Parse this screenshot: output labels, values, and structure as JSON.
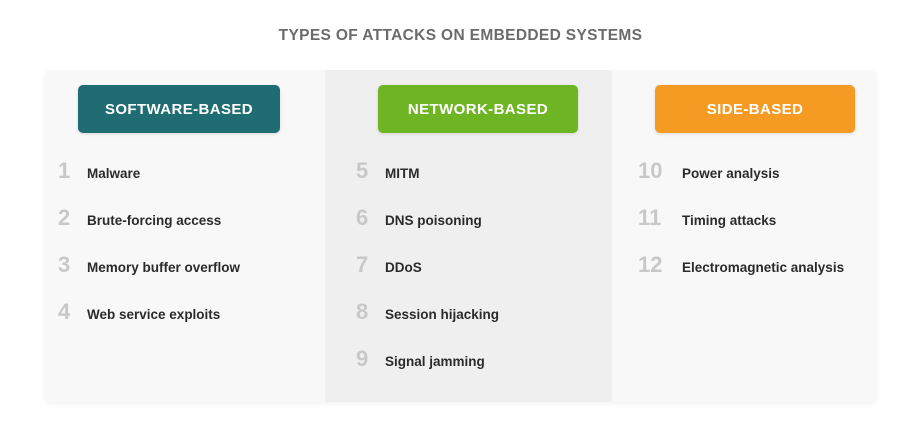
{
  "title": "TYPES OF ATTACKS ON EMBEDDED SYSTEMS",
  "colors": {
    "title_text": "#6b6b6b",
    "panel_background": "#f8f8f8",
    "middle_column_background": "#efefef",
    "software_badge": "#1f6d72",
    "network_badge": "#6db522",
    "side_badge": "#f59b24",
    "number_text": "#c8c8c8",
    "item_text": "#2b2b2b",
    "badge_text": "#ffffff"
  },
  "columns": [
    {
      "header": "SOFTWARE-BASED",
      "items": [
        {
          "number": "1",
          "label": "Malware"
        },
        {
          "number": "2",
          "label": "Brute-forcing access"
        },
        {
          "number": "3",
          "label": "Memory buffer overflow"
        },
        {
          "number": "4",
          "label": "Web service exploits"
        }
      ]
    },
    {
      "header": "NETWORK-BASED",
      "items": [
        {
          "number": "5",
          "label": "MITM"
        },
        {
          "number": "6",
          "label": "DNS poisoning"
        },
        {
          "number": "7",
          "label": "DDoS"
        },
        {
          "number": "8",
          "label": "Session hijacking"
        },
        {
          "number": "9",
          "label": "Signal jamming"
        }
      ]
    },
    {
      "header": "SIDE-BASED",
      "items": [
        {
          "number": "10",
          "label": "Power analysis"
        },
        {
          "number": "11",
          "label": "Timing attacks"
        },
        {
          "number": "12",
          "label": "Electromagnetic analysis"
        }
      ]
    }
  ]
}
